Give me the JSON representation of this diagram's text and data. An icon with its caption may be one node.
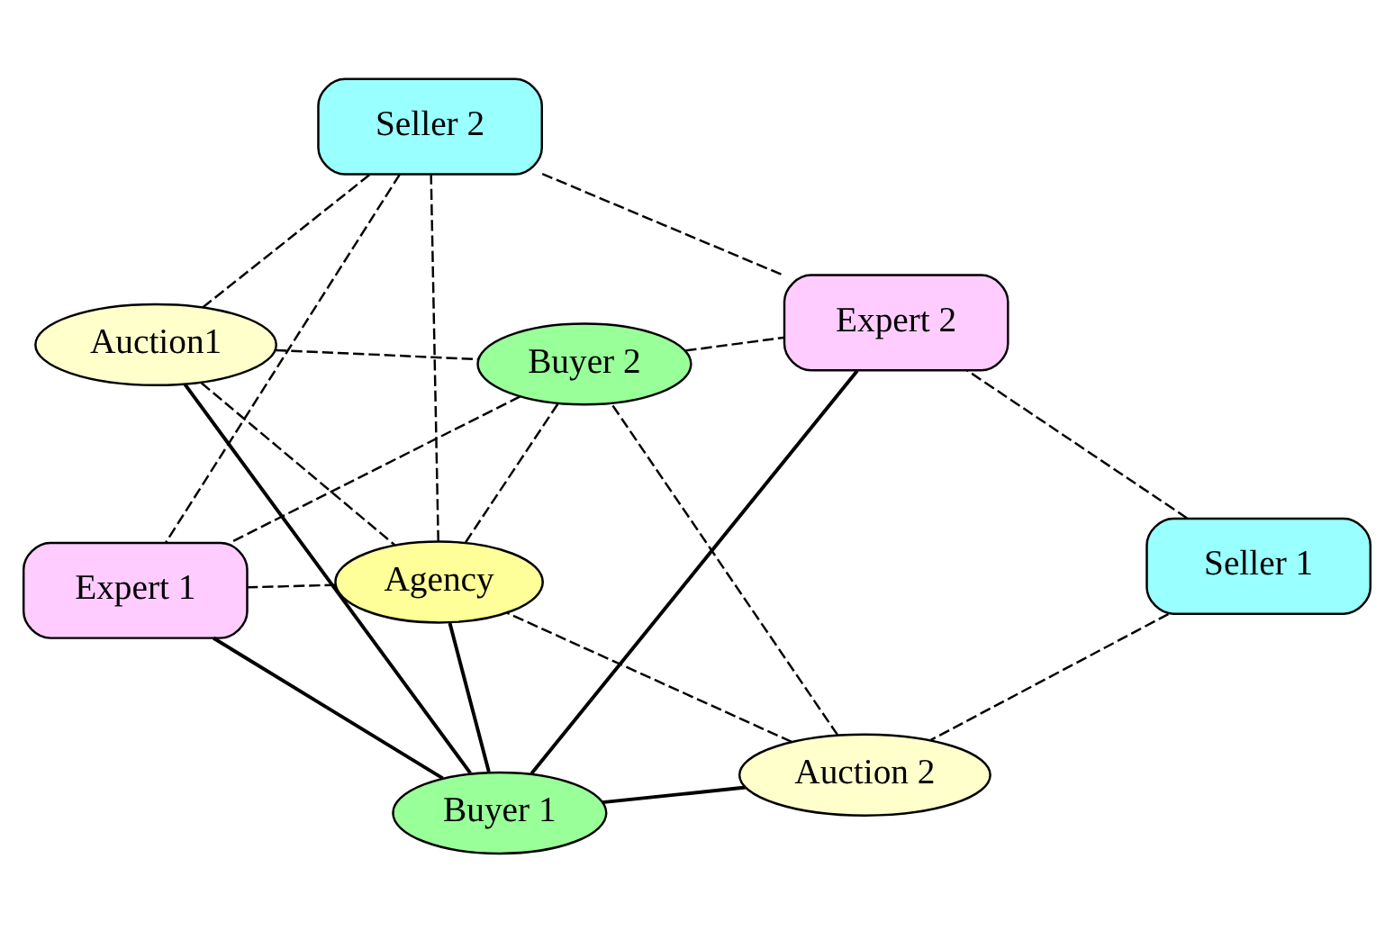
{
  "diagram": {
    "nodes": [
      {
        "text": [
          "Auction1"
        ]
      },
      {
        "text": [
          "Seller 1"
        ]
      },
      {
        "text": [
          "Auction 2"
        ]
      },
      {
        "text": [
          "Buyer 2"
        ]
      },
      {
        "text": [
          "Agency"
        ]
      },
      {
        "text": [
          "Seller 2"
        ]
      },
      {
        "text": [
          "Buyer 1"
        ]
      },
      {
        "text": [
          "Expert 2"
        ]
      },
      {
        "text": [
          "Expert 1"
        ]
      }
    ],
    "edges": [
      {
        "from": 6,
        "to": 0,
        "arrow": "none"
      },
      {
        "from": 6,
        "to": 2,
        "arrow": "none"
      },
      {
        "from": 6,
        "to": 4,
        "arrow": "none"
      },
      {
        "from": 6,
        "to": 7,
        "arrow": "none"
      },
      {
        "from": 6,
        "to": 8,
        "arrow": "none"
      },
      {
        "from": 0,
        "to": 3,
        "arrow": "none",
        "style": "dashed"
      },
      {
        "from": 0,
        "to": 5,
        "arrow": "none",
        "style": "dashed"
      },
      {
        "from": 0,
        "to": 4,
        "arrow": "none",
        "style": "dashed"
      },
      {
        "from": 1,
        "to": 2,
        "arrow": "none",
        "style": "dashed"
      },
      {
        "from": 1,
        "to": 7,
        "arrow": "none",
        "style": "dashed"
      },
      {
        "from": 2,
        "to": 3,
        "arrow": "none",
        "style": "dashed"
      },
      {
        "from": 2,
        "to": 4,
        "arrow": "none",
        "style": "dashed"
      },
      {
        "from": 3,
        "to": 4,
        "arrow": "none",
        "style": "dashed"
      },
      {
        "from": 3,
        "to": 7,
        "arrow": "none",
        "style": "dashed"
      },
      {
        "from": 3,
        "to": 8,
        "arrow": "none",
        "style": "dashed"
      },
      {
        "from": 4,
        "to": 5,
        "arrow": "none",
        "style": "dashed"
      },
      {
        "from": 4,
        "to": 8,
        "arrow": "none",
        "style": "dashed"
      },
      {
        "from": 5,
        "to": 7,
        "arrow": "none",
        "style": "dashed"
      },
      {
        "from": 5,
        "to": 8,
        "arrow": "none",
        "style": "dashed"
      }
    ]
  }
}
